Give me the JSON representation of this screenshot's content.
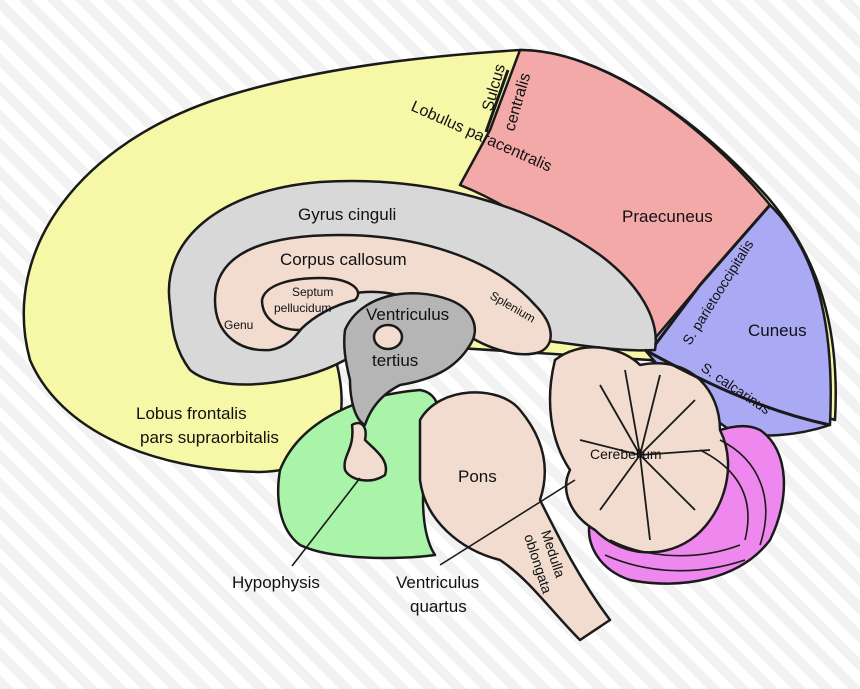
{
  "colors": {
    "frontal": "#f7f7a8",
    "parietal": "#f4a9a9",
    "occipital": "#a9a9f4",
    "cingulate": "#d8d8d8",
    "callosum": "#f1dccf",
    "ventricle": "#b5b5b5",
    "hypothalamus": "#a9f4a9",
    "cerebellum_lower": "#ee88ee",
    "outline": "#1a1a1a"
  },
  "labels": {
    "sulcus_centralis_1": "Sulcus",
    "sulcus_centralis_2": "centralis",
    "lobulus_paracentralis": "Lobulus paracentralis",
    "gyrus_cinguli": "Gyrus cinguli",
    "praecuneus": "Praecuneus",
    "s_parietooccipitalis": "S. parietooccipitalis",
    "cuneus": "Cuneus",
    "s_calcarinus": "S. calcarinus",
    "corpus_callosum": "Corpus callosum",
    "septum_1": "Septum",
    "septum_2": "pellucidum",
    "genu": "Genu",
    "splenium": "Splenium",
    "ventriculus_tertius_1": "Ventriculus",
    "ventriculus_tertius_2": "tertius",
    "lobus_frontalis_1": "Lobus frontalis",
    "lobus_frontalis_2": "pars supraorbitalis",
    "cerebellum": "Cerebellum",
    "pons": "Pons",
    "medulla_1": "Medulla",
    "medulla_2": "oblongata",
    "hypophysis": "Hypophysis",
    "ventriculus_quartus_1": "Ventriculus",
    "ventriculus_quartus_2": "quartus"
  }
}
